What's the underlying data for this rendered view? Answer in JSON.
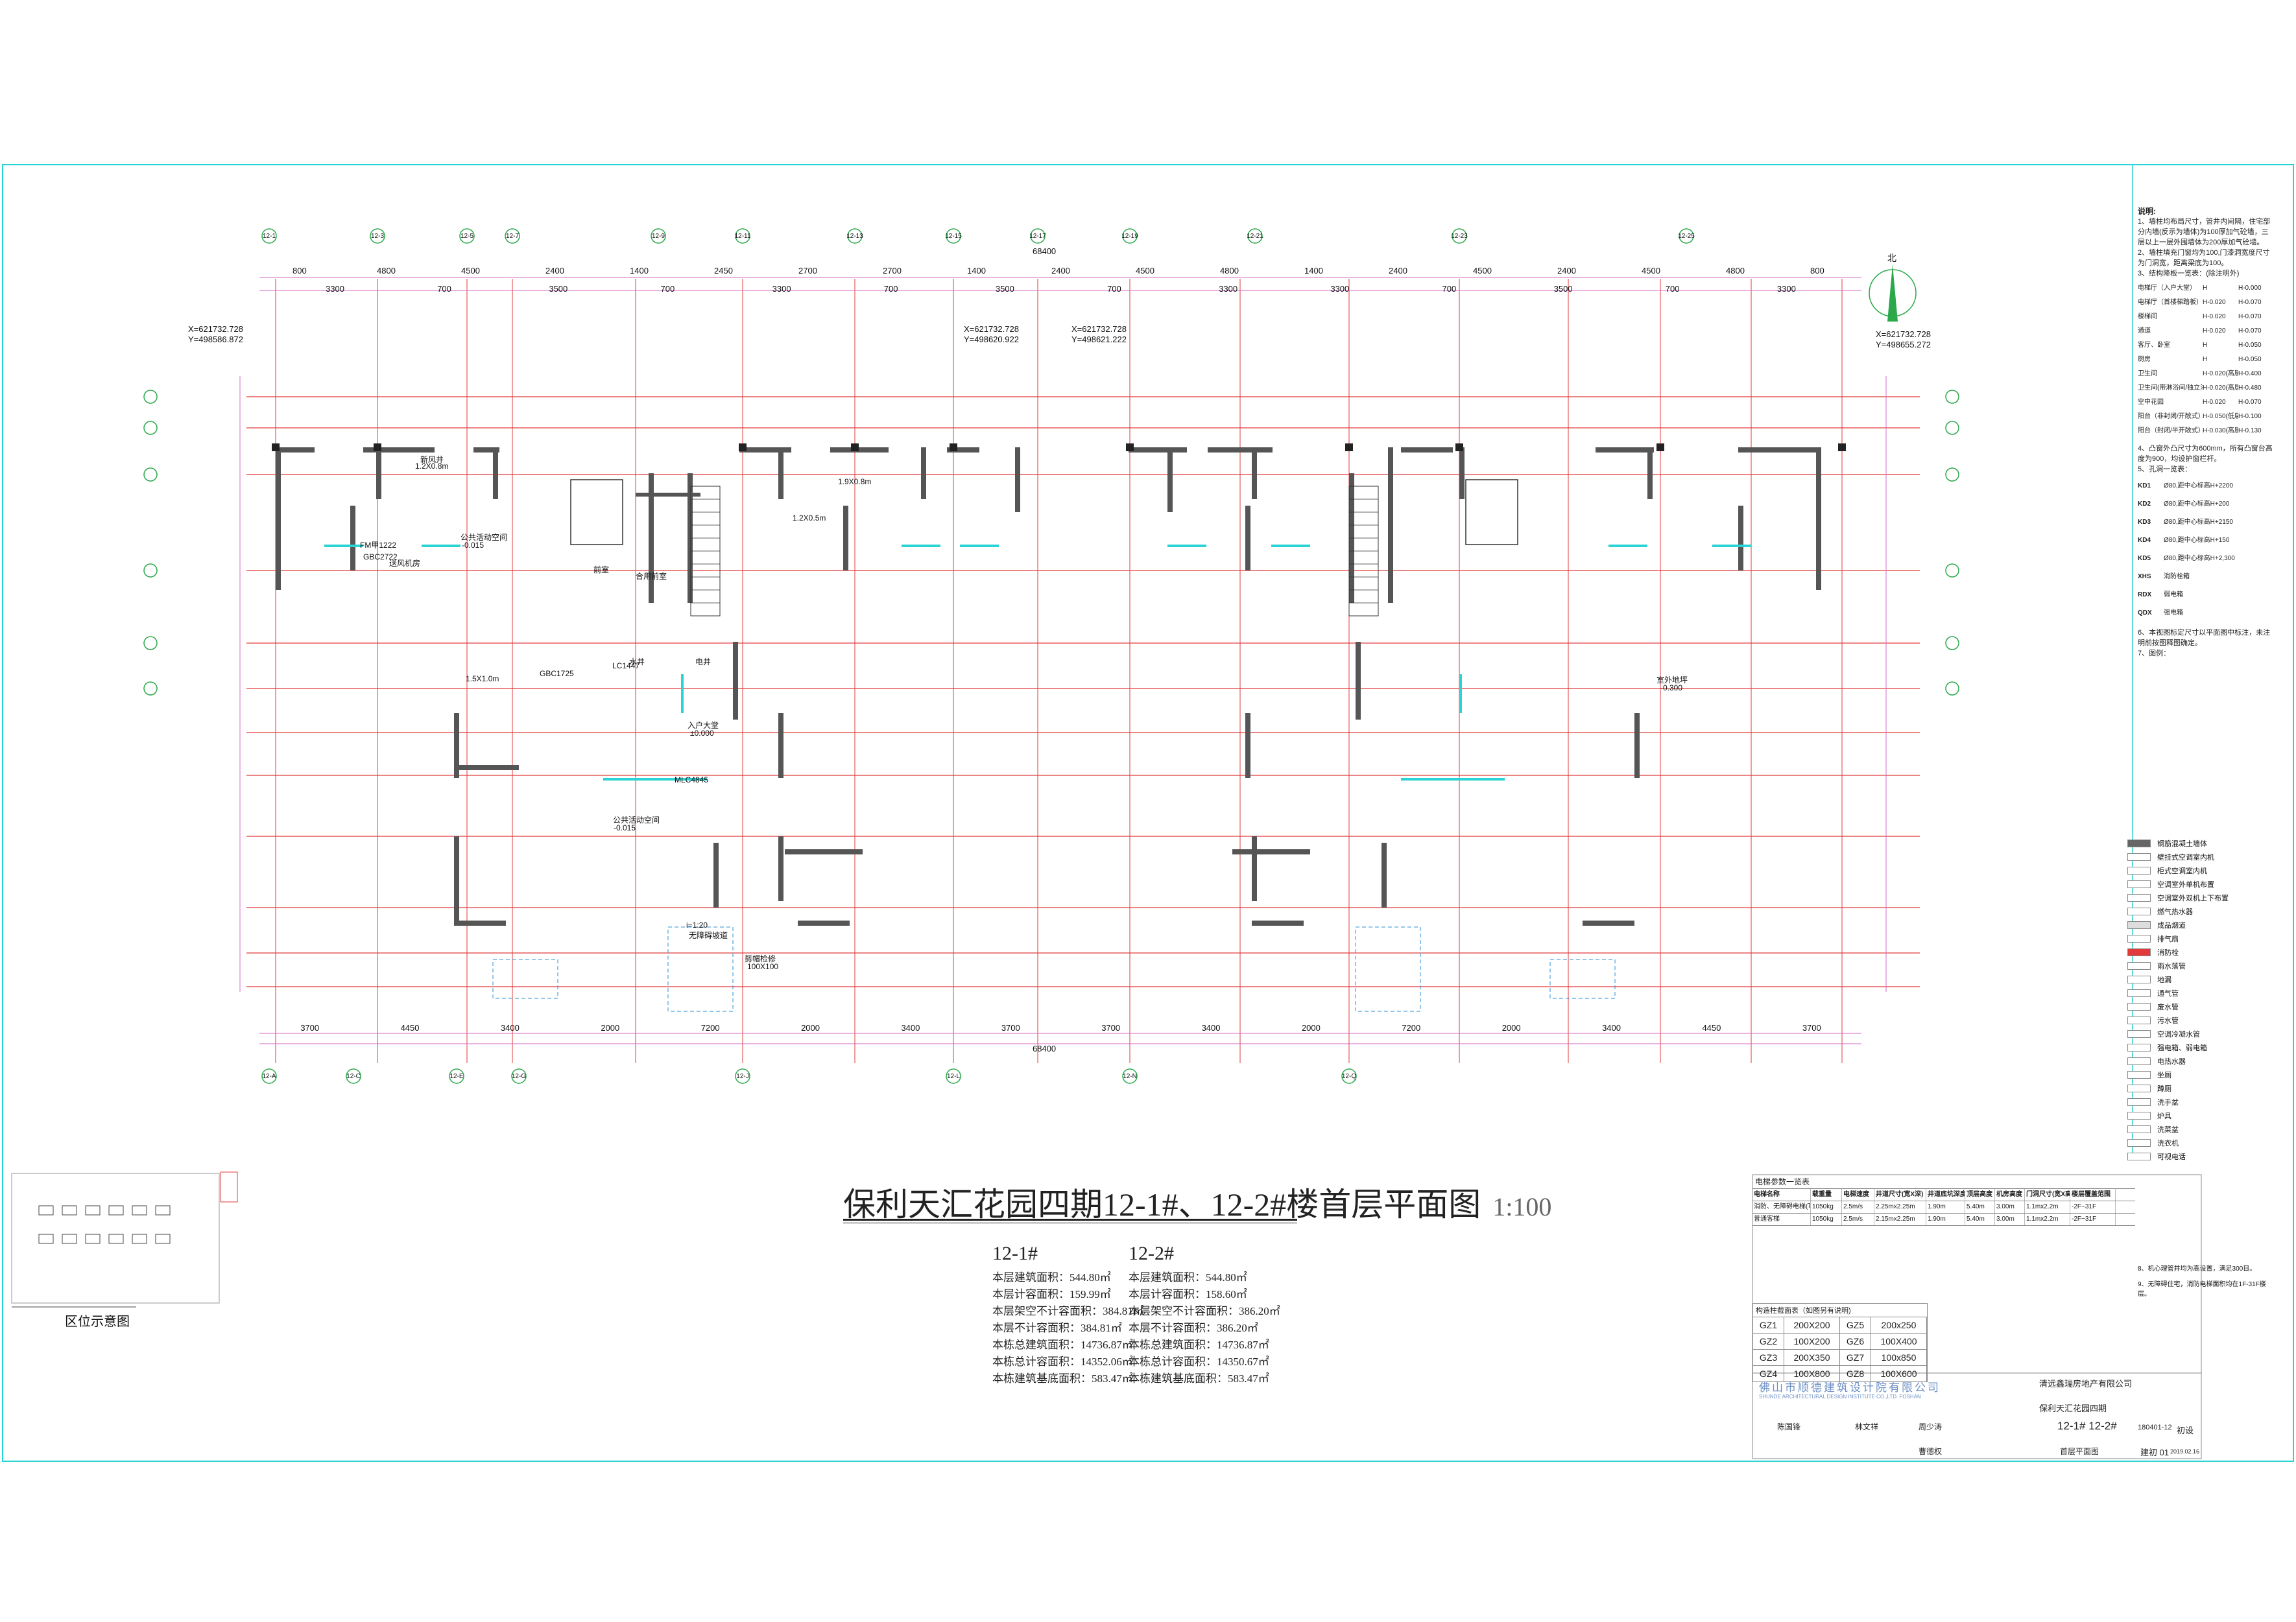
{
  "drawing": {
    "title": "保利天汇花园四期12-1#、12-2#楼首层平面图",
    "scale": "1:100",
    "overall_dimension": "68400",
    "north_label": "北",
    "keyplan_label": "区位示意图"
  },
  "stats": {
    "b1": {
      "heading": "12-1#",
      "lines": [
        "本层建筑面积：544.80㎡",
        "本层计容面积：159.99㎡",
        "本层架空不计容面积：384.81㎡",
        "本层不计容面积：384.81㎡",
        "本栋总建筑面积：14736.87㎡",
        "本栋总计容面积：14352.06㎡",
        "本栋建筑基底面积：583.47㎡"
      ]
    },
    "b2": {
      "heading": "12-2#",
      "lines": [
        "本层建筑面积：544.80㎡",
        "本层计容面积：158.60㎡",
        "本层架空不计容面积：386.20㎡",
        "本层不计容面积：386.20㎡",
        "本栋总建筑面积：14736.87㎡",
        "本栋总计容面积：14350.67㎡",
        "本栋建筑基底面积：583.47㎡"
      ]
    }
  },
  "coords": [
    {
      "x": "X=621732.728",
      "y": "Y=498586.872"
    },
    {
      "x": "X=621732.728",
      "y": "Y=498620.922"
    },
    {
      "x": "X=621732.728",
      "y": "Y=498621.222"
    },
    {
      "x": "X=621732.728",
      "y": "Y=498655.272"
    }
  ],
  "dims_top": [
    "800",
    "4800",
    "4500",
    "2400",
    "1400",
    "2450",
    "2700",
    "2700",
    "1400",
    "2400",
    "4500",
    "4800",
    "1400",
    "2400",
    "4500",
    "2400",
    "4500",
    "4800",
    "800"
  ],
  "dims_top2": [
    "3300",
    "700",
    "3500",
    "700",
    "3300",
    "700",
    "3500",
    "700",
    "3300",
    "3300",
    "700",
    "3500",
    "700",
    "3300"
  ],
  "dims_bottom": [
    "3700",
    "4450",
    "3400",
    "2000",
    "7200",
    "2000",
    "3400",
    "3700",
    "3700",
    "3400",
    "2000",
    "7200",
    "2000",
    "3400",
    "4450",
    "3700"
  ],
  "room_labels": [
    "送风机房",
    "公共活动空间",
    "-0.015",
    "合用前室",
    "前室",
    "新风井",
    "GBC2722",
    "FM甲1222",
    "1.2X0.8m",
    "1.9X0.8m",
    "1.2X0.5m",
    "入户大堂",
    "±0.000",
    "MLC4845",
    "公共活动空间",
    "-0.015",
    "LC1447",
    "GBC1725",
    "1.5X1.0m",
    "室外地坪",
    "-0.300",
    "剪帽检修",
    "100X100",
    "i=1:20",
    "无障碍坡道",
    "水井",
    "电井"
  ],
  "elevator_table": {
    "title": "电梯参数一览表",
    "headers": [
      "电梯名称",
      "载重量",
      "电梯速度",
      "井道尺寸(宽X深)",
      "井道底坑深度",
      "顶层高度",
      "机房高度",
      "门洞尺寸(宽X高)",
      "楼层覆盖范围"
    ],
    "rows": [
      [
        "消防、无障碍电梯(可容纳担架)",
        "1050kg",
        "2.5m/s",
        "2.25mx2.25m",
        "1.90m",
        "5.40m",
        "3.00m",
        "1.1mx2.2m",
        "-2F~31F"
      ],
      [
        "普通客梯",
        "1050kg",
        "2.5m/s",
        "2.15mx2.25m",
        "1.90m",
        "5.40m",
        "3.00m",
        "1.1mx2.2m",
        "-2F~31F"
      ]
    ]
  },
  "column_table": {
    "title": "构造柱截面表（如图另有说明)",
    "rows": [
      [
        "GZ1",
        "200X200",
        "GZ5",
        "200x250"
      ],
      [
        "GZ2",
        "100X200",
        "GZ6",
        "100X400"
      ],
      [
        "GZ3",
        "200X350",
        "GZ7",
        "100x850"
      ],
      [
        "GZ4",
        "100X800",
        "GZ8",
        "100X600"
      ]
    ]
  },
  "title_block": {
    "firm": "佛山市顺德建筑设计院有限公司",
    "firm_en": "SHUNDE ARCHITECTURAL DESIGN INSTITUTE CO.,LTD. FOSHAN",
    "client": "清远鑫瑞房地产有限公司",
    "project": "保利天汇花园四期",
    "building": "12-1#  12-2#",
    "sheet_name": "首层平面图",
    "project_no": "180401-12",
    "sheet_no": "建初 01",
    "date": "2019.02.16",
    "stage": "初设",
    "roles": [
      "陈国锋",
      "林文祥",
      "周少涛",
      "曹德权"
    ]
  },
  "notes": {
    "heading": "说明:",
    "items": [
      "1、墙柱均布局尺寸，管井内间隔，住宅部分内墙(反示为墙体)为100厚加气砼墙，三层以上一层外围墙体为200厚加气砼墙。",
      "2、墙柱填充门窗均为100,门漆洞宽度尺寸为门洞宽，距离梁底为100。",
      "3、结构降板一览表：(除注明外)",
      "4、凸窗外凸尺寸为600mm，所有凸窗台高度为900，均设护窗栏杆。",
      "5、孔洞一览表：",
      "6、本视图标定尺寸以平面图中标注，未注明前按图释图确定。",
      "7、图例：",
      "8、机心理管井均为高设置，满足300目。",
      "9、无障碍住宅，消防电梯面积均在1F-31F楼层。"
    ],
    "slab_rows": [
      [
        "电梯厅（入户大堂）",
        "H",
        "H-0.000"
      ],
      [
        "电梯厅（首楼梯踏板）",
        "H-0.020",
        "H-0.070"
      ],
      [
        "楼梯间",
        "H-0.020",
        "H-0.070"
      ],
      [
        "通道",
        "H-0.020",
        "H-0.070"
      ],
      [
        "客厅、卧室",
        "H",
        "H-0.050"
      ],
      [
        "厨房",
        "H",
        "H-0.050"
      ],
      [
        "卫生间",
        "H-0.020(高层)",
        "H-0.400"
      ],
      [
        "卫生间(带淋浴间/独立浴室)",
        "H-0.020(高层)",
        "H-0.480"
      ],
      [
        "空中花园",
        "H-0.020",
        "H-0.070"
      ],
      [
        "阳台（非封闭/开敞式）",
        "H-0.050(低层)",
        "H-0.100"
      ],
      [
        "阳台（封闭/半开敞式）",
        "H-0.030(高层)",
        "H-0.130"
      ]
    ],
    "holes": [
      [
        "KD1",
        "Ø80,距中心标高H+2200"
      ],
      [
        "KD2",
        "Ø80,距中心标高H+200"
      ],
      [
        "KD3",
        "Ø80,距中心标高H+2150"
      ],
      [
        "KD4",
        "Ø80,距中心标高H+150"
      ],
      [
        "KD5",
        "Ø80,距中心标高H+2,300"
      ],
      [
        "XHS",
        "消防栓箱"
      ],
      [
        "RDX",
        "弱电箱"
      ],
      [
        "QDX",
        "强电箱"
      ]
    ]
  },
  "legend": [
    "钢筋混凝土墙体",
    "壁挂式空调室内机",
    "柜式空调室内机",
    "空调室外单机布置",
    "空调室外双机上下布置",
    "燃气热水器",
    "成品烟道",
    "排气扇",
    "消防栓",
    "雨水落管",
    "地漏",
    "通气管",
    "废水管",
    "污水管",
    "空调冷凝水管",
    "强电箱、弱电箱",
    "电热水器",
    "坐厕",
    "蹲厕",
    "洗手盆",
    "炉具",
    "洗菜盆",
    "洗衣机",
    "可视电话"
  ],
  "grid_top": [
    "12-1",
    "12-3",
    "12-5",
    "12-7",
    "12-9",
    "12-11",
    "12-13",
    "12-15",
    "12-17",
    "12-19",
    "12-21",
    "12-23",
    "12-25"
  ],
  "grid_bottom": [
    "12-A",
    "12-C",
    "12-E",
    "12-G",
    "12-J",
    "12-L",
    "12-N",
    "12-Q"
  ]
}
